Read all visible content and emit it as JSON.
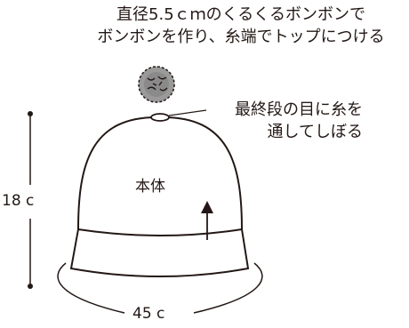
{
  "pompom_note": {
    "line1": "直径5.5ｃｍのくるくるボンボンで",
    "line2": "ボンボンを作り、糸端でトップにつける"
  },
  "gather_note": {
    "line1": "最終段の目に糸を",
    "line2": "通してしぼる"
  },
  "body_label": "本体",
  "height_label": "18 c",
  "circumference_label": "45 c",
  "colors": {
    "stroke": "#231815",
    "pompom_fill": "#9a9a9a"
  }
}
